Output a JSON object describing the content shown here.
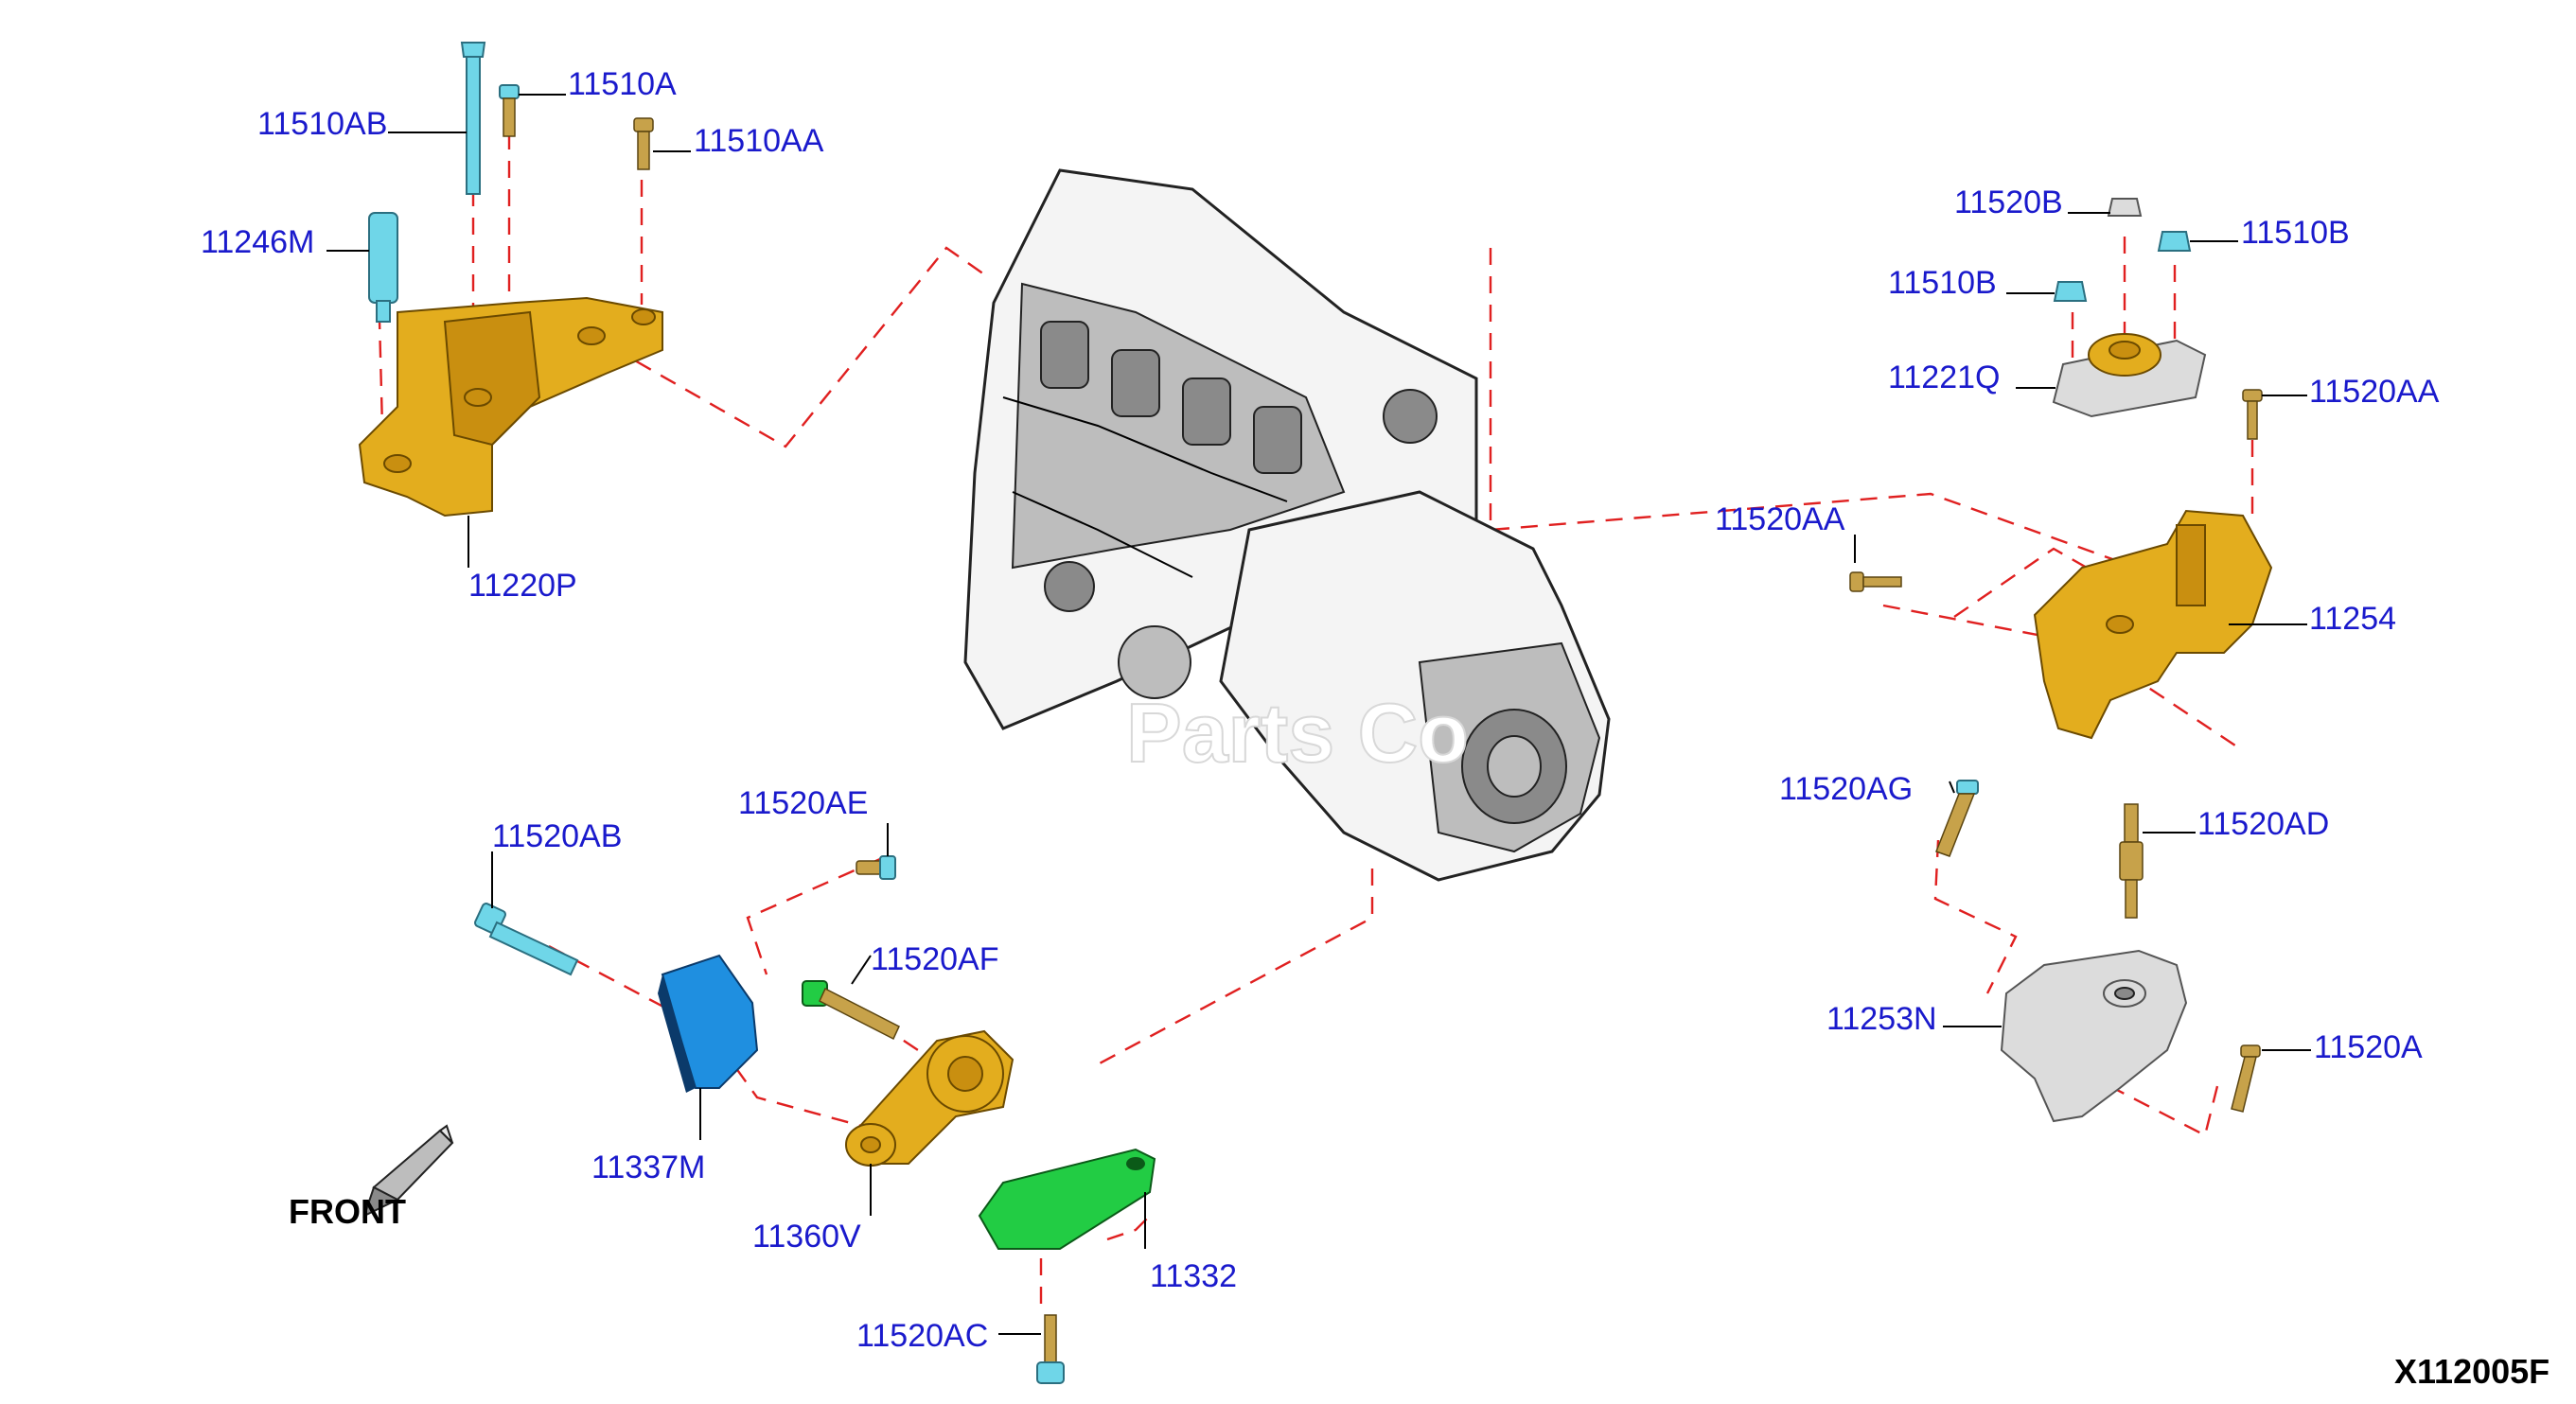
{
  "diagram": {
    "drawing_code": "X112005F",
    "front_label": "FRONT",
    "watermark": "Parts Co",
    "labels": {
      "p11510AB": "11510AB",
      "p11510A": "11510A",
      "p11510AA": "11510AA",
      "p11246M": "11246M",
      "p11220P": "11220P",
      "p11520B": "11520B",
      "p11510B_right": "11510B",
      "p11510B_left": "11510B",
      "p11221Q": "11221Q",
      "p11520AA_right": "11520AA",
      "p11520AA_left": "11520AA",
      "p11254": "11254",
      "p11520AG": "11520AG",
      "p11520AD": "11520AD",
      "p11253N": "11253N",
      "p11520A": "11520A",
      "p11520AB": "11520AB",
      "p11520AE": "11520AE",
      "p11520AF": "11520AF",
      "p11337M": "11337M",
      "p11360V": "11360V",
      "p11332": "11332",
      "p11520AC": "11520AC"
    }
  }
}
